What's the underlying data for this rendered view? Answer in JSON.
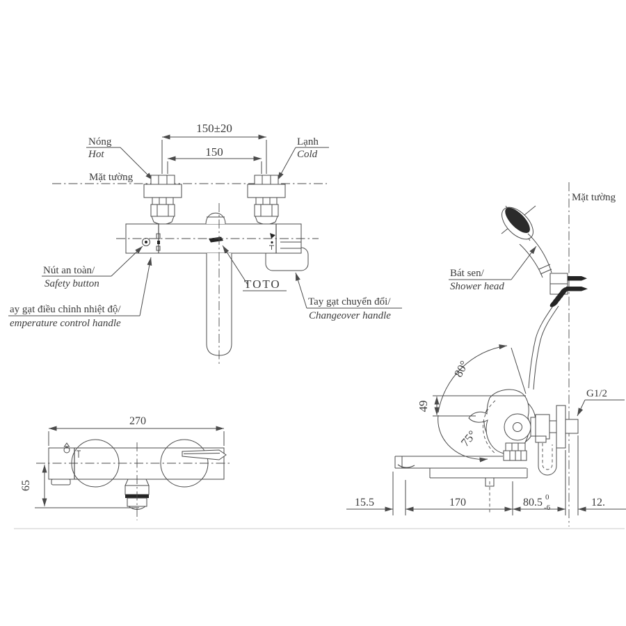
{
  "drawing": {
    "front_view": {
      "dim_mounting": "150±20",
      "dim_centers": "150",
      "hot_vi": "Nóng",
      "hot_en": "Hot",
      "cold_vi": "Lạnh",
      "cold_en": "Cold",
      "wall_label": "Mặt tường",
      "safety_vi": "Nút an toàn/",
      "safety_en": "Safety button",
      "temp_vi": "ay gạt điều chỉnh nhiệt độ/",
      "temp_en": "emperature control handle",
      "brand": "TOTO",
      "changeover_vi": "Tay gạt chuyển đổi/",
      "changeover_en": "Changeover handle"
    },
    "side_view": {
      "wall_label": "Mặt tường",
      "shower_vi": "Bát sen/",
      "shower_en": "Shower head",
      "swing_upper": "80°",
      "swing_lower": "75°",
      "dim_offset": "49",
      "thread_label": "G1/2",
      "dim_tip": "15.5",
      "dim_reach": "170",
      "dim_body": "80.5",
      "dim_body_tol_upper": "0",
      "dim_body_tol_lower": "-6",
      "dim_wall": "12."
    },
    "top_view": {
      "dim_width": "270",
      "dim_depth": "65"
    }
  }
}
